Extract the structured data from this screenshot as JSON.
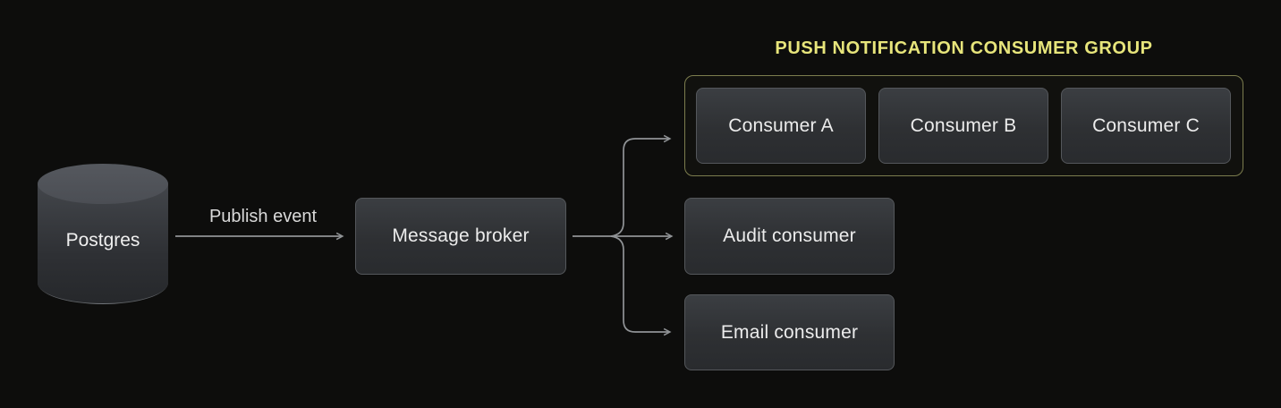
{
  "diagram": {
    "title": "PUSH NOTIFICATION CONSUMER GROUP",
    "nodes": {
      "postgres": {
        "label": "Postgres",
        "shape": "database-cylinder"
      },
      "message_broker": {
        "label": "Message broker"
      },
      "consumer_a": {
        "label": "Consumer A"
      },
      "consumer_b": {
        "label": "Consumer B"
      },
      "consumer_c": {
        "label": "Consumer C"
      },
      "audit_consumer": {
        "label": "Audit consumer"
      },
      "email_consumer": {
        "label": "Email consumer"
      }
    },
    "edges": {
      "publish_event": {
        "label": "Publish event",
        "from": "postgres",
        "to": "message_broker"
      },
      "broker_to_push_group": {
        "from": "message_broker",
        "to": "push_notification_consumer_group"
      },
      "broker_to_audit": {
        "from": "message_broker",
        "to": "audit_consumer"
      },
      "broker_to_email": {
        "from": "message_broker",
        "to": "email_consumer"
      }
    },
    "colors": {
      "background": "#0d0d0c",
      "node_fill_top": "#3b3e42",
      "node_fill_bottom": "#292b2e",
      "node_border": "#54575b",
      "group_border": "#7c7d4e",
      "accent_yellow": "#e7e57b",
      "node_text": "#ececec",
      "edge_label_text": "#d9d9d9",
      "connector": "#909396"
    }
  }
}
